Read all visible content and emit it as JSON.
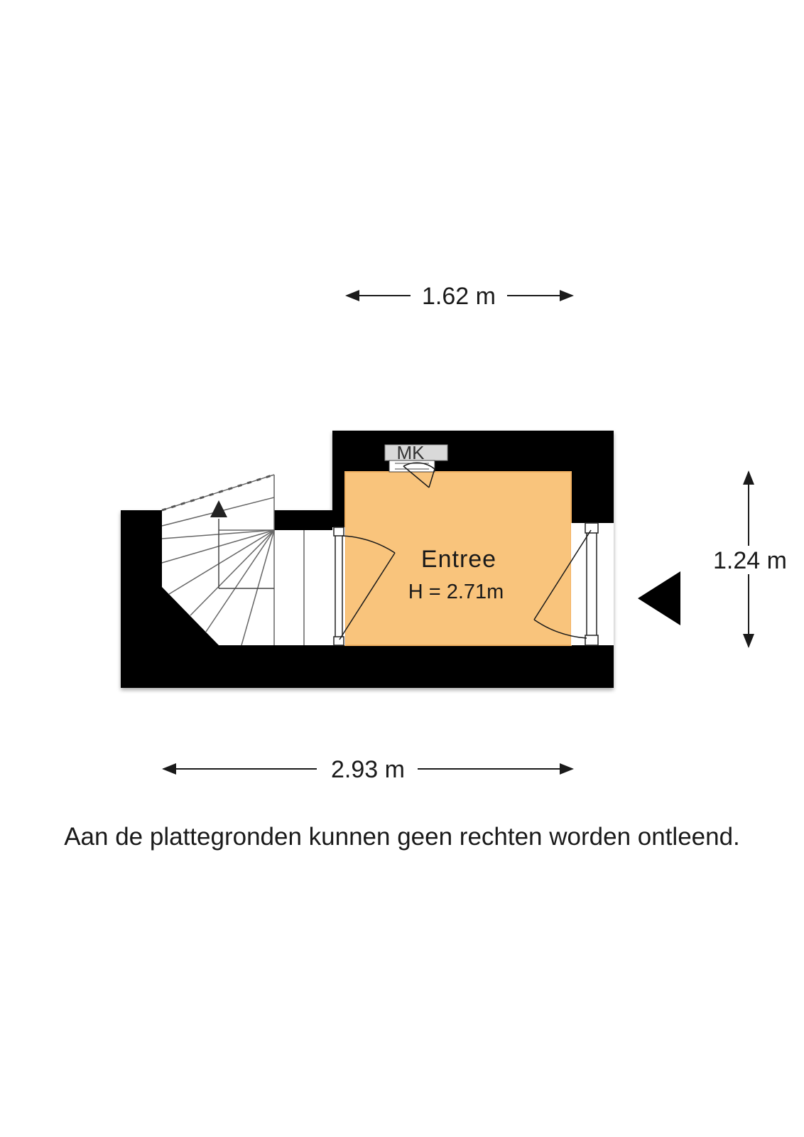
{
  "colors": {
    "wall": "#000000",
    "room_fill": "#f9c47c",
    "room_fill_edge": "#f3b262",
    "stair_fill": "#ffffff",
    "line": "#1a1a1a"
  },
  "dimensions": {
    "top_width": "1.62 m",
    "right_height": "1.24 m",
    "bottom_width": "2.93 m"
  },
  "room": {
    "name": "Entree",
    "height": "H = 2.71m"
  },
  "meter_cupboard": {
    "label": "MK"
  },
  "icons": {
    "stair_direction": "up-arrow-icon",
    "entrance_marker": "left-triangle-icon"
  },
  "disclaimer": "Aan de plattegronden kunnen geen rechten worden ontleend."
}
